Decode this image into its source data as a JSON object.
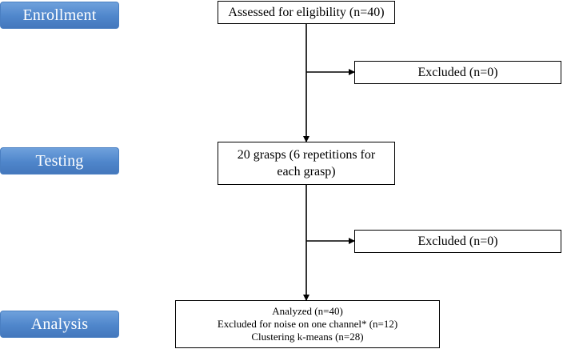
{
  "stages": {
    "enrollment": "Enrollment",
    "testing": "Testing",
    "analysis": "Analysis"
  },
  "boxes": {
    "assessed": "Assessed for eligibility (n=40)",
    "excluded_1": "Excluded (n=0)",
    "grasps_line1": "20 grasps (6 repetitions for",
    "grasps_line2": "each grasp)",
    "excluded_2": "Excluded (n=0)",
    "analysis_lines": [
      "Analyzed (n=40)",
      "Excluded for noise on one channel* (n=12)",
      "Clustering k-means (n=28)"
    ]
  },
  "colors": {
    "stage_fill": "#5b8fd0",
    "stage_text": "#ffffff",
    "line": "#000000"
  }
}
